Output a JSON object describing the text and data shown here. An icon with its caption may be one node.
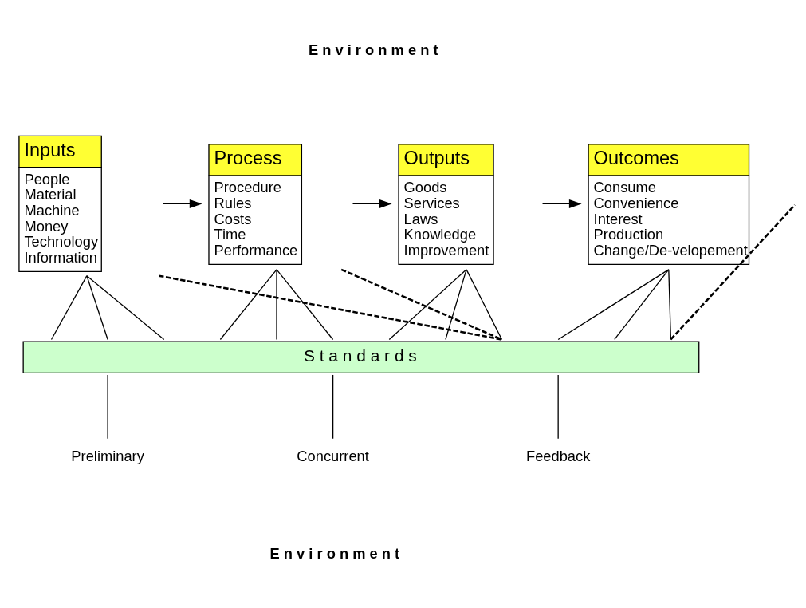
{
  "diagram": {
    "nodes": [
      {
        "text": [
          "Inputs",
          "People Material Machine Money Technology Information"
        ]
      },
      {
        "text": [
          "Process",
          "Procedure Rules Costs Time Performance"
        ]
      },
      {
        "text": [
          "Outputs",
          "Goods Services Laws Knowledge Improvement"
        ]
      },
      {
        "text": [
          "Outcomes",
          "Consume Convenience Interest Production Change/De-velopement"
        ]
      },
      {
        "text": [
          "S t a n d a r d s"
        ]
      },
      {
        "text": [
          "Preliminary"
        ]
      },
      {
        "text": [
          "Concurrent"
        ]
      },
      {
        "text": [
          "Feedback"
        ]
      }
    ],
    "edges": [
      {
        "from": 0,
        "to": 1,
        "arrow": "to"
      },
      {
        "from": 1,
        "to": 2,
        "arrow": "to"
      },
      {
        "from": 2,
        "to": 3,
        "arrow": "to"
      },
      {
        "from": 0,
        "to": 4,
        "arrow": "none"
      },
      {
        "from": 0,
        "to": 4,
        "arrow": "none"
      },
      {
        "from": 0,
        "to": 4,
        "arrow": "none"
      },
      {
        "from": 1,
        "to": 4,
        "arrow": "none"
      },
      {
        "from": 1,
        "to": 4,
        "arrow": "none"
      },
      {
        "from": 1,
        "to": 4,
        "arrow": "none"
      },
      {
        "from": 2,
        "to": 4,
        "arrow": "none"
      },
      {
        "from": 2,
        "to": 4,
        "arrow": "none"
      },
      {
        "from": 2,
        "to": 4,
        "arrow": "none"
      },
      {
        "from": 3,
        "to": 4,
        "arrow": "none"
      },
      {
        "from": 3,
        "to": 4,
        "arrow": "none"
      },
      {
        "from": 3,
        "to": 4,
        "arrow": "none"
      },
      {
        "from": 0,
        "to": 4,
        "arrow": "none",
        "style": "dashed"
      },
      {
        "from": 1,
        "to": 4,
        "arrow": "none",
        "style": "dashed"
      },
      {
        "from": 4,
        "to": null,
        "arrow": "none",
        "style": "dashed"
      },
      {
        "from": 4,
        "to": 5,
        "arrow": "none"
      },
      {
        "from": 4,
        "to": 6,
        "arrow": "none"
      },
      {
        "from": 4,
        "to": 7,
        "arrow": "none"
      }
    ],
    "labels": [
      "E n v i r o n m e n t",
      "E n v i r o n m e n t"
    ]
  }
}
